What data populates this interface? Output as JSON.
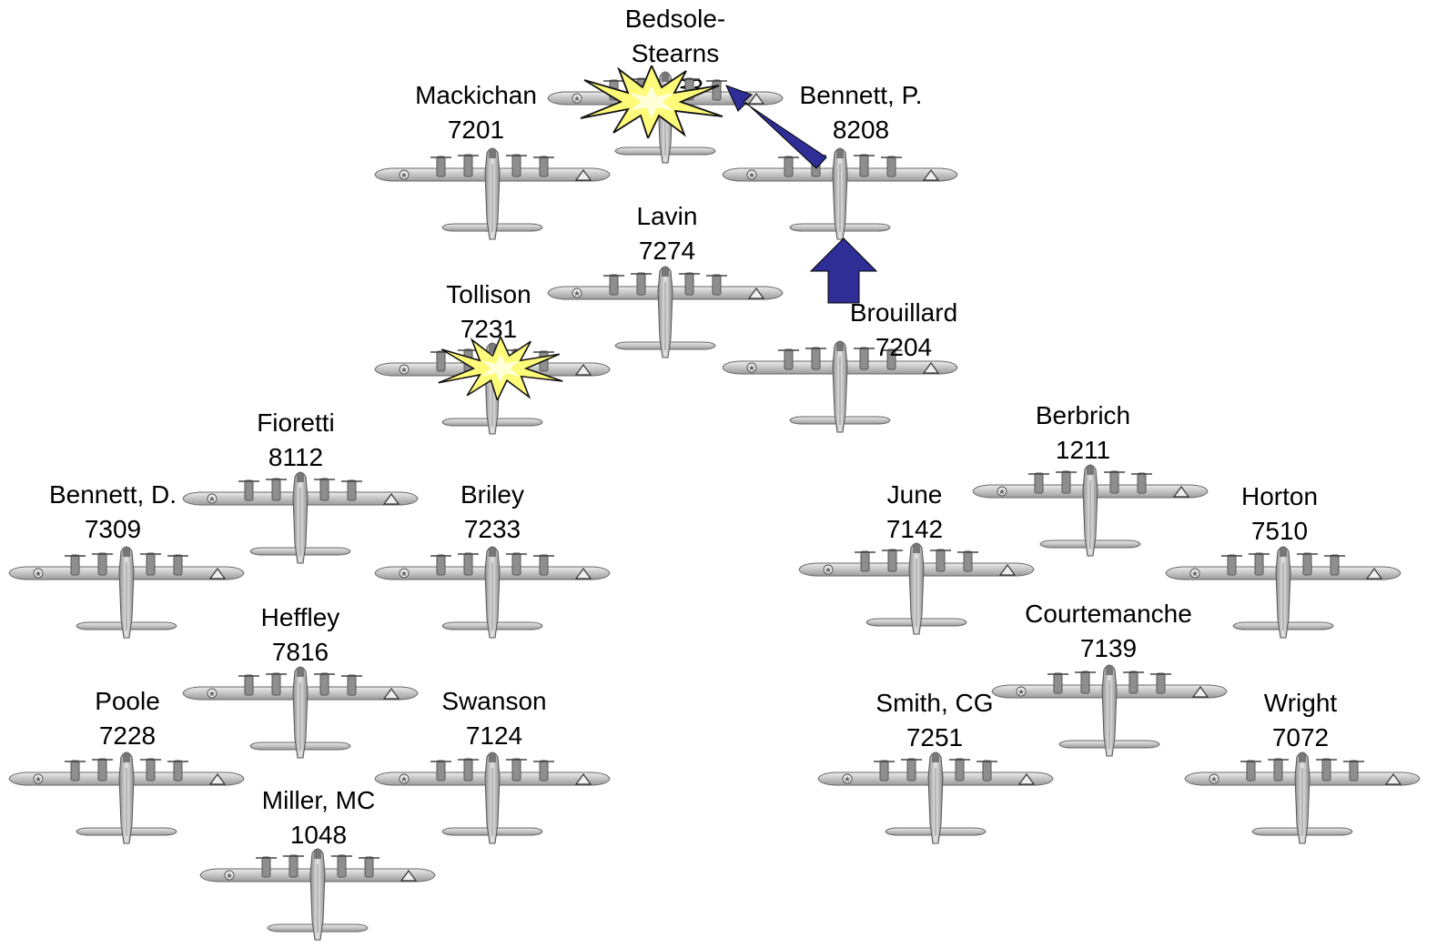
{
  "formation": {
    "aircraft": [
      {
        "name": "Bedsole-Stearns",
        "tail": "1433",
        "status": "hit"
      },
      {
        "name": "Mackichan",
        "tail": "7201"
      },
      {
        "name": "Bennett, P.",
        "tail": "8208"
      },
      {
        "name": "Lavin",
        "tail": "7274"
      },
      {
        "name": "Tollison",
        "tail": "7231",
        "status": "hit"
      },
      {
        "name": "Brouillard",
        "tail": "7204"
      },
      {
        "name": "Fioretti",
        "tail": "8112"
      },
      {
        "name": "Bennett, D.",
        "tail": "7309"
      },
      {
        "name": "Briley",
        "tail": "7233"
      },
      {
        "name": "Heffley",
        "tail": "7816"
      },
      {
        "name": "Poole",
        "tail": "7228"
      },
      {
        "name": "Swanson",
        "tail": "7124"
      },
      {
        "name": "Miller, MC",
        "tail": "1048"
      },
      {
        "name": "Berbrich",
        "tail": "1211"
      },
      {
        "name": "June",
        "tail": "7142"
      },
      {
        "name": "Horton",
        "tail": "7510"
      },
      {
        "name": "Courtemanche",
        "tail": "7139"
      },
      {
        "name": "Smith, CG",
        "tail": "7251"
      },
      {
        "name": "Wright",
        "tail": "7072"
      }
    ]
  },
  "colors": {
    "arrow_fill": "#2e2e96",
    "explosion_fill": "#fffb7a",
    "explosion_core": "#ffffd8",
    "plane_body": "#c9c9c9",
    "plane_outline": "#6a6a6a"
  },
  "icons": {
    "aircraft": "b17-bomber-icon",
    "hit": "explosion-icon",
    "movement": "arrow-icon"
  }
}
